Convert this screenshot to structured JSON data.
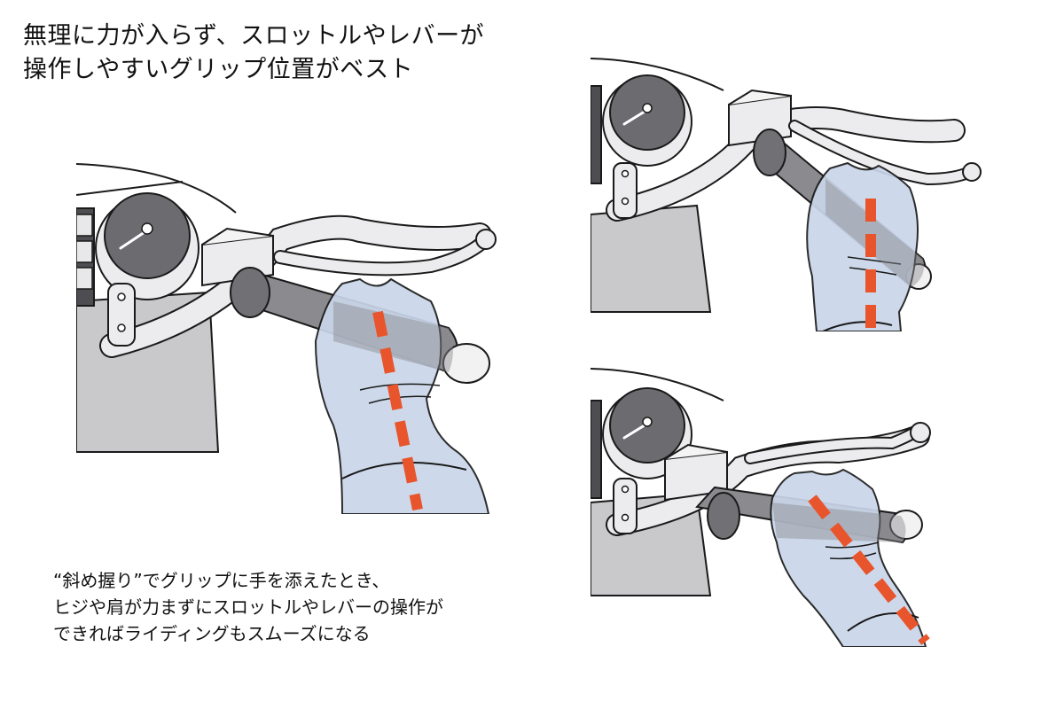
{
  "title": {
    "lines": [
      "無理に力が入らず、スロットルやレバーが",
      "操作しやすいグリップ位置がベスト"
    ]
  },
  "caption": {
    "lines": [
      "“斜め握り”でグリップに手を添えたとき、",
      "ヒジや肩が力まずにスロットルやレバーの操作が",
      "できればライディングもスムーズになる"
    ]
  },
  "colors": {
    "accent_dashes": "#e8552d",
    "glove": "#c9d6ea",
    "glove_dark": "#b3c2dc",
    "gauge_face": "#6b6b70",
    "grip": "#8a8a8f",
    "body_gray": "#c9c9cc",
    "outline": "#1a1a1a"
  },
  "illustrations": [
    {
      "name": "main-grip-illustration",
      "alignment": "diagonal-forearm"
    },
    {
      "name": "grip-illustration-top",
      "alignment": "straight-forearm"
    },
    {
      "name": "grip-illustration-bottom",
      "alignment": "diagonal-steep"
    }
  ]
}
